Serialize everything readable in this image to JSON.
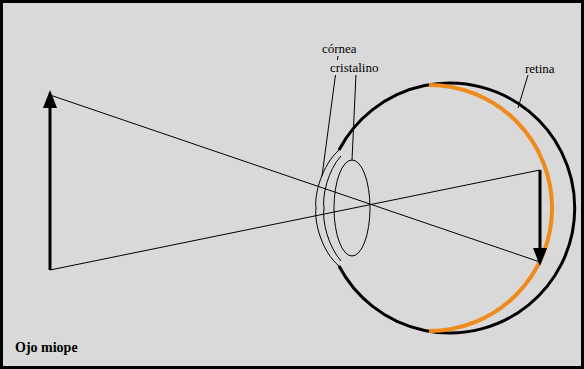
{
  "diagram": {
    "labels": [
      "córnea",
      "cristalino",
      "retina",
      "Ojo miope"
    ]
  }
}
